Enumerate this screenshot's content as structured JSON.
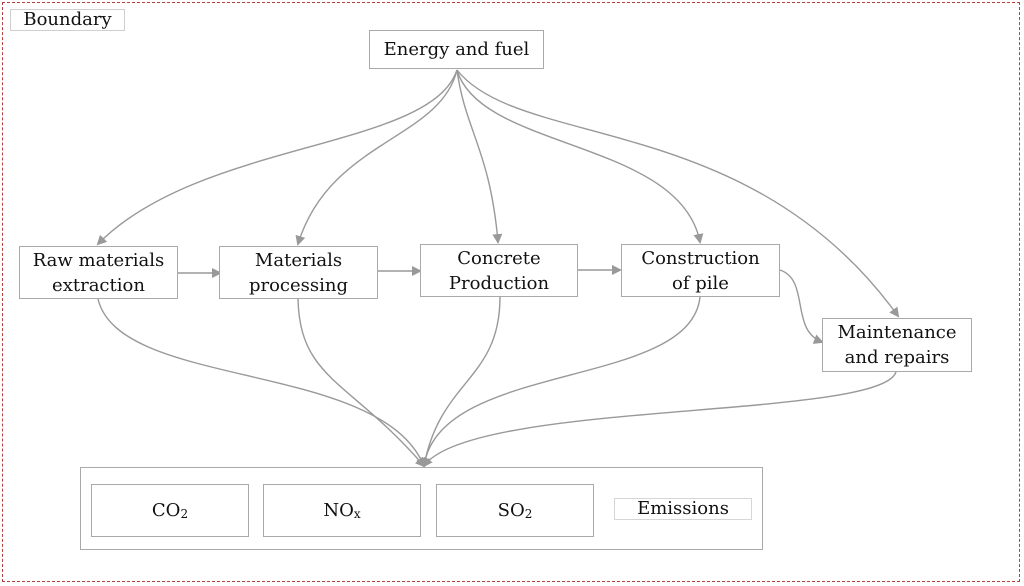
{
  "boundary": {
    "label": "Boundary"
  },
  "nodes": {
    "energy": "Energy and fuel",
    "raw": "Raw materials\nextraction",
    "processing": "Materials\nprocessing",
    "concrete": "Concrete\nProduction",
    "construction": "Construction\nof pile",
    "maintenance": "Maintenance\nand repairs"
  },
  "emissions": {
    "label": "Emissions",
    "gases": [
      {
        "main": "CO",
        "sub": "2"
      },
      {
        "main": "NO",
        "sub": "x"
      },
      {
        "main": "SO",
        "sub": "2"
      }
    ]
  },
  "colors": {
    "boundary": "#b5403f",
    "arrow": "#999999",
    "box_border": "#a9a9a9"
  }
}
